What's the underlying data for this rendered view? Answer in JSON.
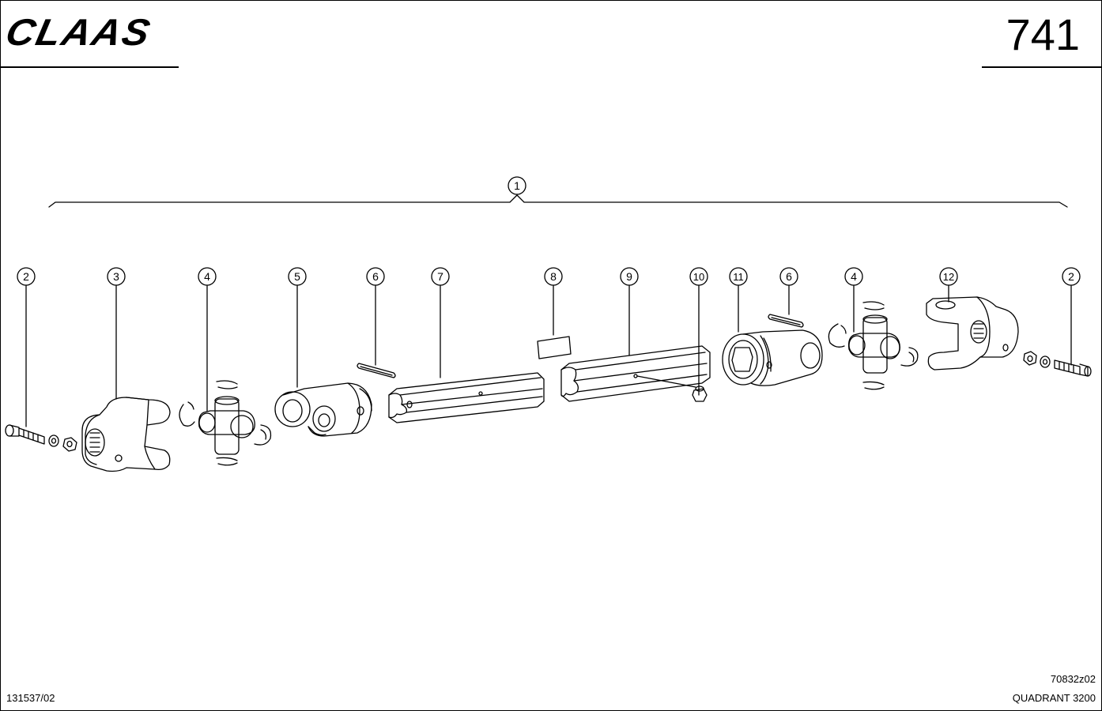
{
  "header": {
    "brand": "CLAAS",
    "page_number": "741"
  },
  "footer": {
    "left_code": "131537/02",
    "drawing_code": "70832z02",
    "model": "QUADRANT 3200"
  },
  "callouts": {
    "assembly": "1",
    "items": [
      "2",
      "3",
      "4",
      "5",
      "6",
      "7",
      "8",
      "9",
      "10",
      "11",
      "6",
      "4",
      "12",
      "2"
    ]
  },
  "colors": {
    "line": "#000000",
    "background": "#ffffff"
  }
}
